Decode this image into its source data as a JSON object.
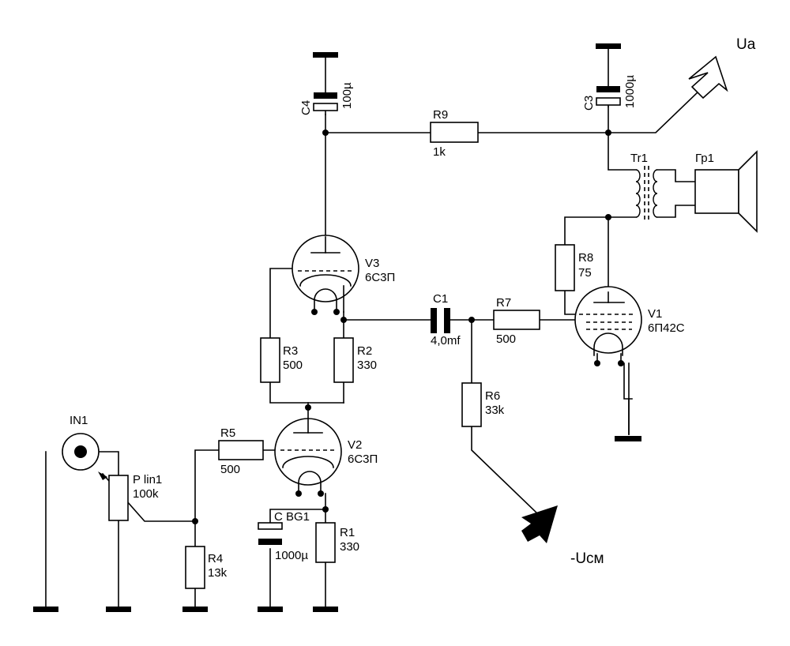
{
  "components": {
    "c4": {
      "ref": "C4",
      "value": "100µ"
    },
    "c3": {
      "ref": "C3",
      "value": "1000µ"
    },
    "r9": {
      "ref": "R9",
      "value": "1k"
    },
    "tr1": {
      "ref": "Tr1"
    },
    "gr1": {
      "ref": "Гр1"
    },
    "r8": {
      "ref": "R8",
      "value": "75"
    },
    "v1": {
      "ref": "V1",
      "type": "6П42С"
    },
    "v3": {
      "ref": "V3",
      "type": "6С3П"
    },
    "v2": {
      "ref": "V2",
      "type": "6С3П"
    },
    "c1": {
      "ref": "C1",
      "value": "4,0mf"
    },
    "r7": {
      "ref": "R7",
      "value": "500"
    },
    "r3": {
      "ref": "R3",
      "value": "500"
    },
    "r2": {
      "ref": "R2",
      "value": "330"
    },
    "r6": {
      "ref": "R6",
      "value": "33k"
    },
    "r5": {
      "ref": "R5",
      "value": "500"
    },
    "in1": {
      "ref": "IN1"
    },
    "plin1": {
      "ref": "P lin1",
      "value": "100k"
    },
    "r4": {
      "ref": "R4",
      "value": "13k"
    },
    "cbg1": {
      "ref": "C BG1",
      "value": "1000µ"
    },
    "r1": {
      "ref": "R1",
      "value": "330"
    }
  },
  "nets": {
    "ua": "Ua",
    "ucm": "-Uсм"
  }
}
